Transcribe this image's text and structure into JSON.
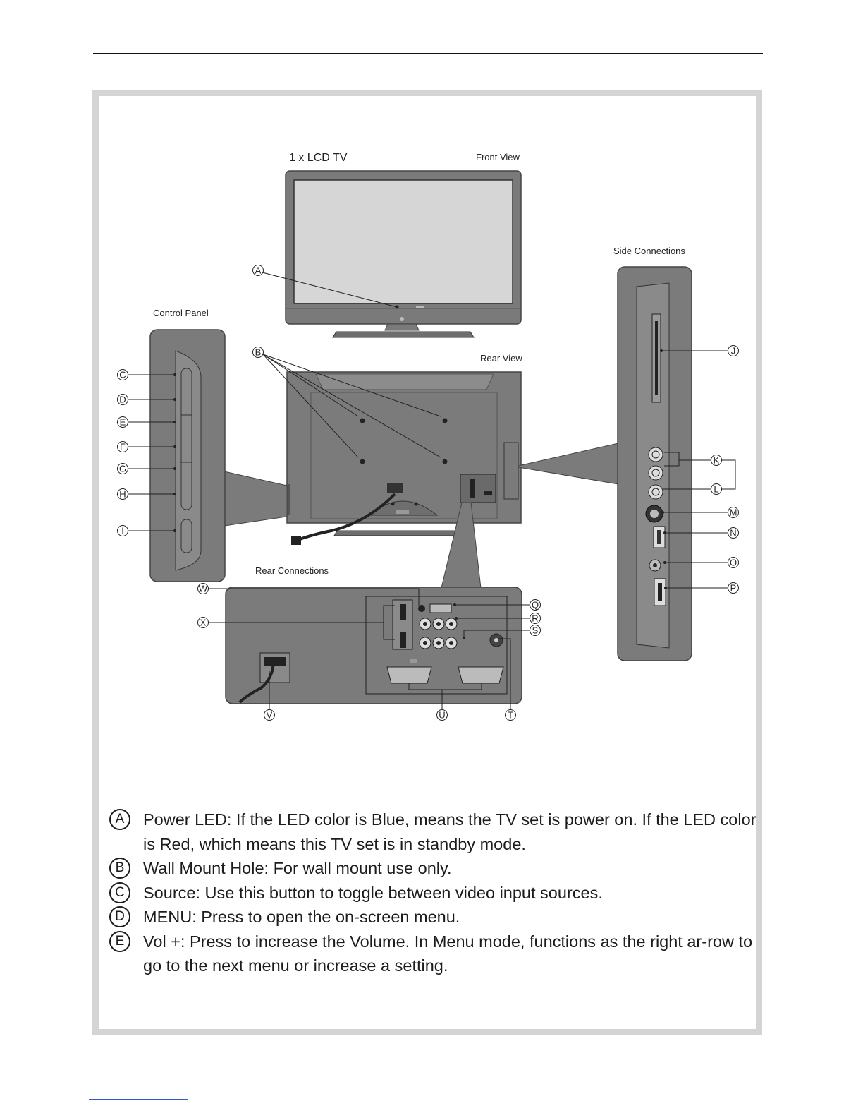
{
  "diagram": {
    "tv_title": "1 x LCD TV",
    "front_view": "Front View",
    "rear_view": "Rear View",
    "side_connections": "Side Connections",
    "control_panel": "Control Panel",
    "rear_connections": "Rear Connections",
    "callouts": {
      "a": "A",
      "b": "B",
      "c": "C",
      "d": "D",
      "e": "E",
      "f": "F",
      "g": "G",
      "h": "H",
      "i": "I",
      "j": "J",
      "k": "K",
      "l": "L",
      "m": "M",
      "n": "N",
      "o": "O",
      "p": "P",
      "q": "Q",
      "r": "R",
      "s": "S",
      "t": "T",
      "u": "U",
      "v": "V",
      "w": "W",
      "x": "X"
    }
  },
  "descriptions": [
    {
      "letter": "A",
      "text": "Power LED: If the LED color is Blue, means the TV set is power on. If the LED color is Red, which means this TV set is in standby mode."
    },
    {
      "letter": "B",
      "text": "Wall Mount Hole: For wall mount use only."
    },
    {
      "letter": "C",
      "text": "Source: Use this button to toggle between video input sources."
    },
    {
      "letter": "D",
      "text": "MENU: Press to open the on-screen menu."
    },
    {
      "letter": "E",
      "text": "Vol +: Press to increase the Volume. In Menu mode, functions as the right ar-row to go to the next menu or increase a setting."
    }
  ]
}
